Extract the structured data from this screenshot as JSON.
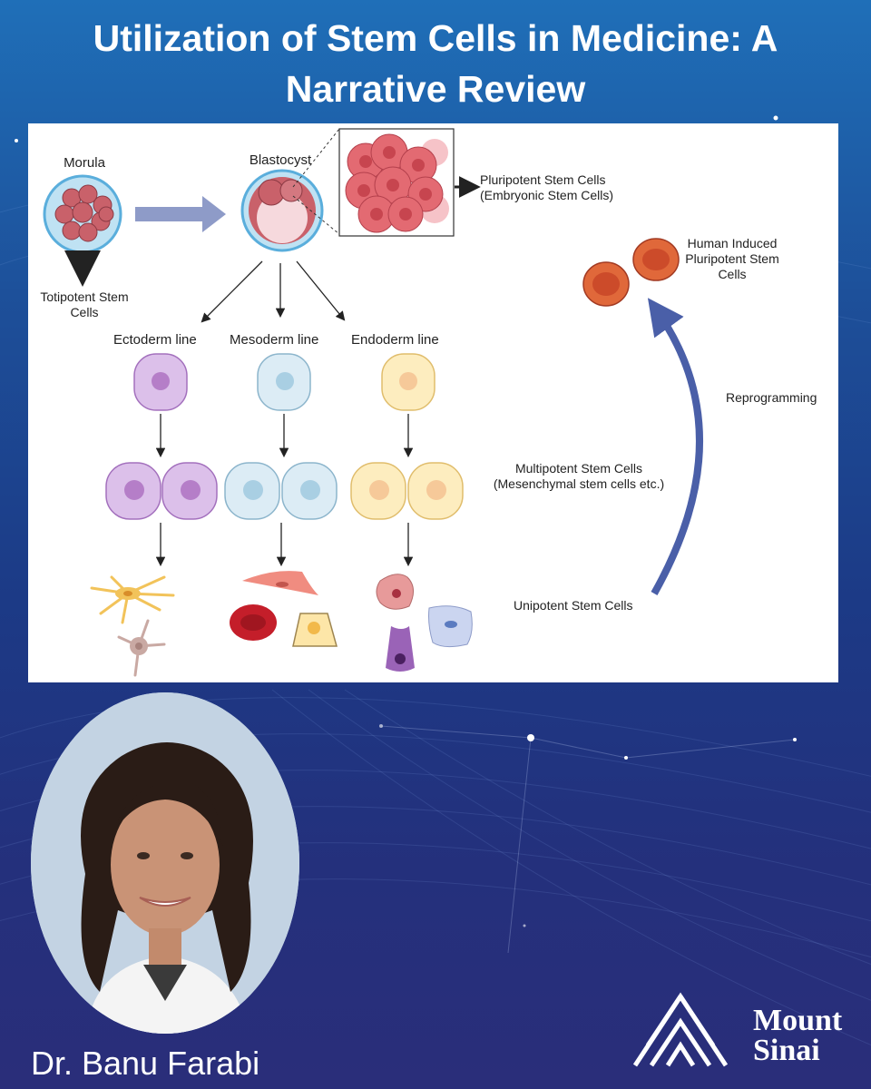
{
  "title": "Utilization of Stem Cells in Medicine: A Narrative Review",
  "diagram": {
    "morula": "Morula",
    "blastocyst": "Blastocyst",
    "totipotent": "Totipotent Stem Cells",
    "pluripotent": "Pluripotent Stem Cells",
    "pluripotent_sub": "(Embryonic Stem Cells)",
    "ectoderm": "Ectoderm line",
    "mesoderm": "Mesoderm line",
    "endoderm": "Endoderm line",
    "hipsc": "Human Induced Pluripotent Stem Cells",
    "reprogramming": "Reprogramming",
    "multipotent": "Multipotent Stem Cells",
    "multipotent_sub": "(Mesenchymal stem cells etc.)",
    "unipotent": "Unipotent Stem Cells"
  },
  "presenter": {
    "name": "Dr. Banu Farabi"
  },
  "brand": {
    "line1": "Mount",
    "line2": "Sinai"
  },
  "colors": {
    "background": "#1d4f99",
    "ectoderm": "#d9b8e6",
    "mesoderm": "#d6e8f2",
    "endoderm": "#fbe7b2",
    "arrow": "#4a5fa8"
  }
}
